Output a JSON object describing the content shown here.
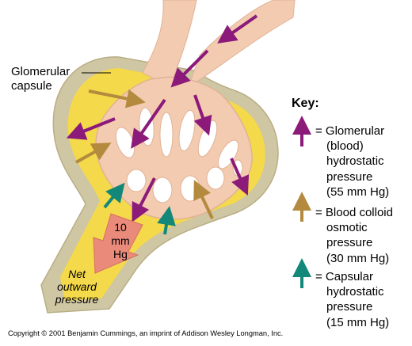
{
  "diagram": {
    "capsule_label": [
      "Glomerular",
      "capsule"
    ],
    "net_pressure_value": [
      "10",
      "mm",
      "Hg"
    ],
    "net_pressure_label": [
      "Net",
      "outward",
      "pressure"
    ]
  },
  "key": {
    "title": "Key:",
    "entries": [
      {
        "color": "#8b1a7a",
        "lines": [
          "= Glomerular",
          "(blood)",
          "hydrostatic",
          "pressure",
          "(55 mm Hg)"
        ]
      },
      {
        "color": "#b38a3e",
        "lines": [
          "= Blood colloid",
          "osmotic",
          "pressure",
          "(30 mm Hg)"
        ]
      },
      {
        "color": "#12887a",
        "lines": [
          "= Capsular",
          "hydrostatic",
          "pressure",
          "(15 mm Hg)"
        ]
      }
    ]
  },
  "colors": {
    "capsule_fill": "#f4d94a",
    "capsule_wall": "#cfc6a3",
    "vessel": "#f3cbb0",
    "net_arrow": "#e98a7a"
  },
  "copyright": "Copyright © 2001 Benjamin Cummings, an imprint of Addison Wesley Longman, Inc."
}
